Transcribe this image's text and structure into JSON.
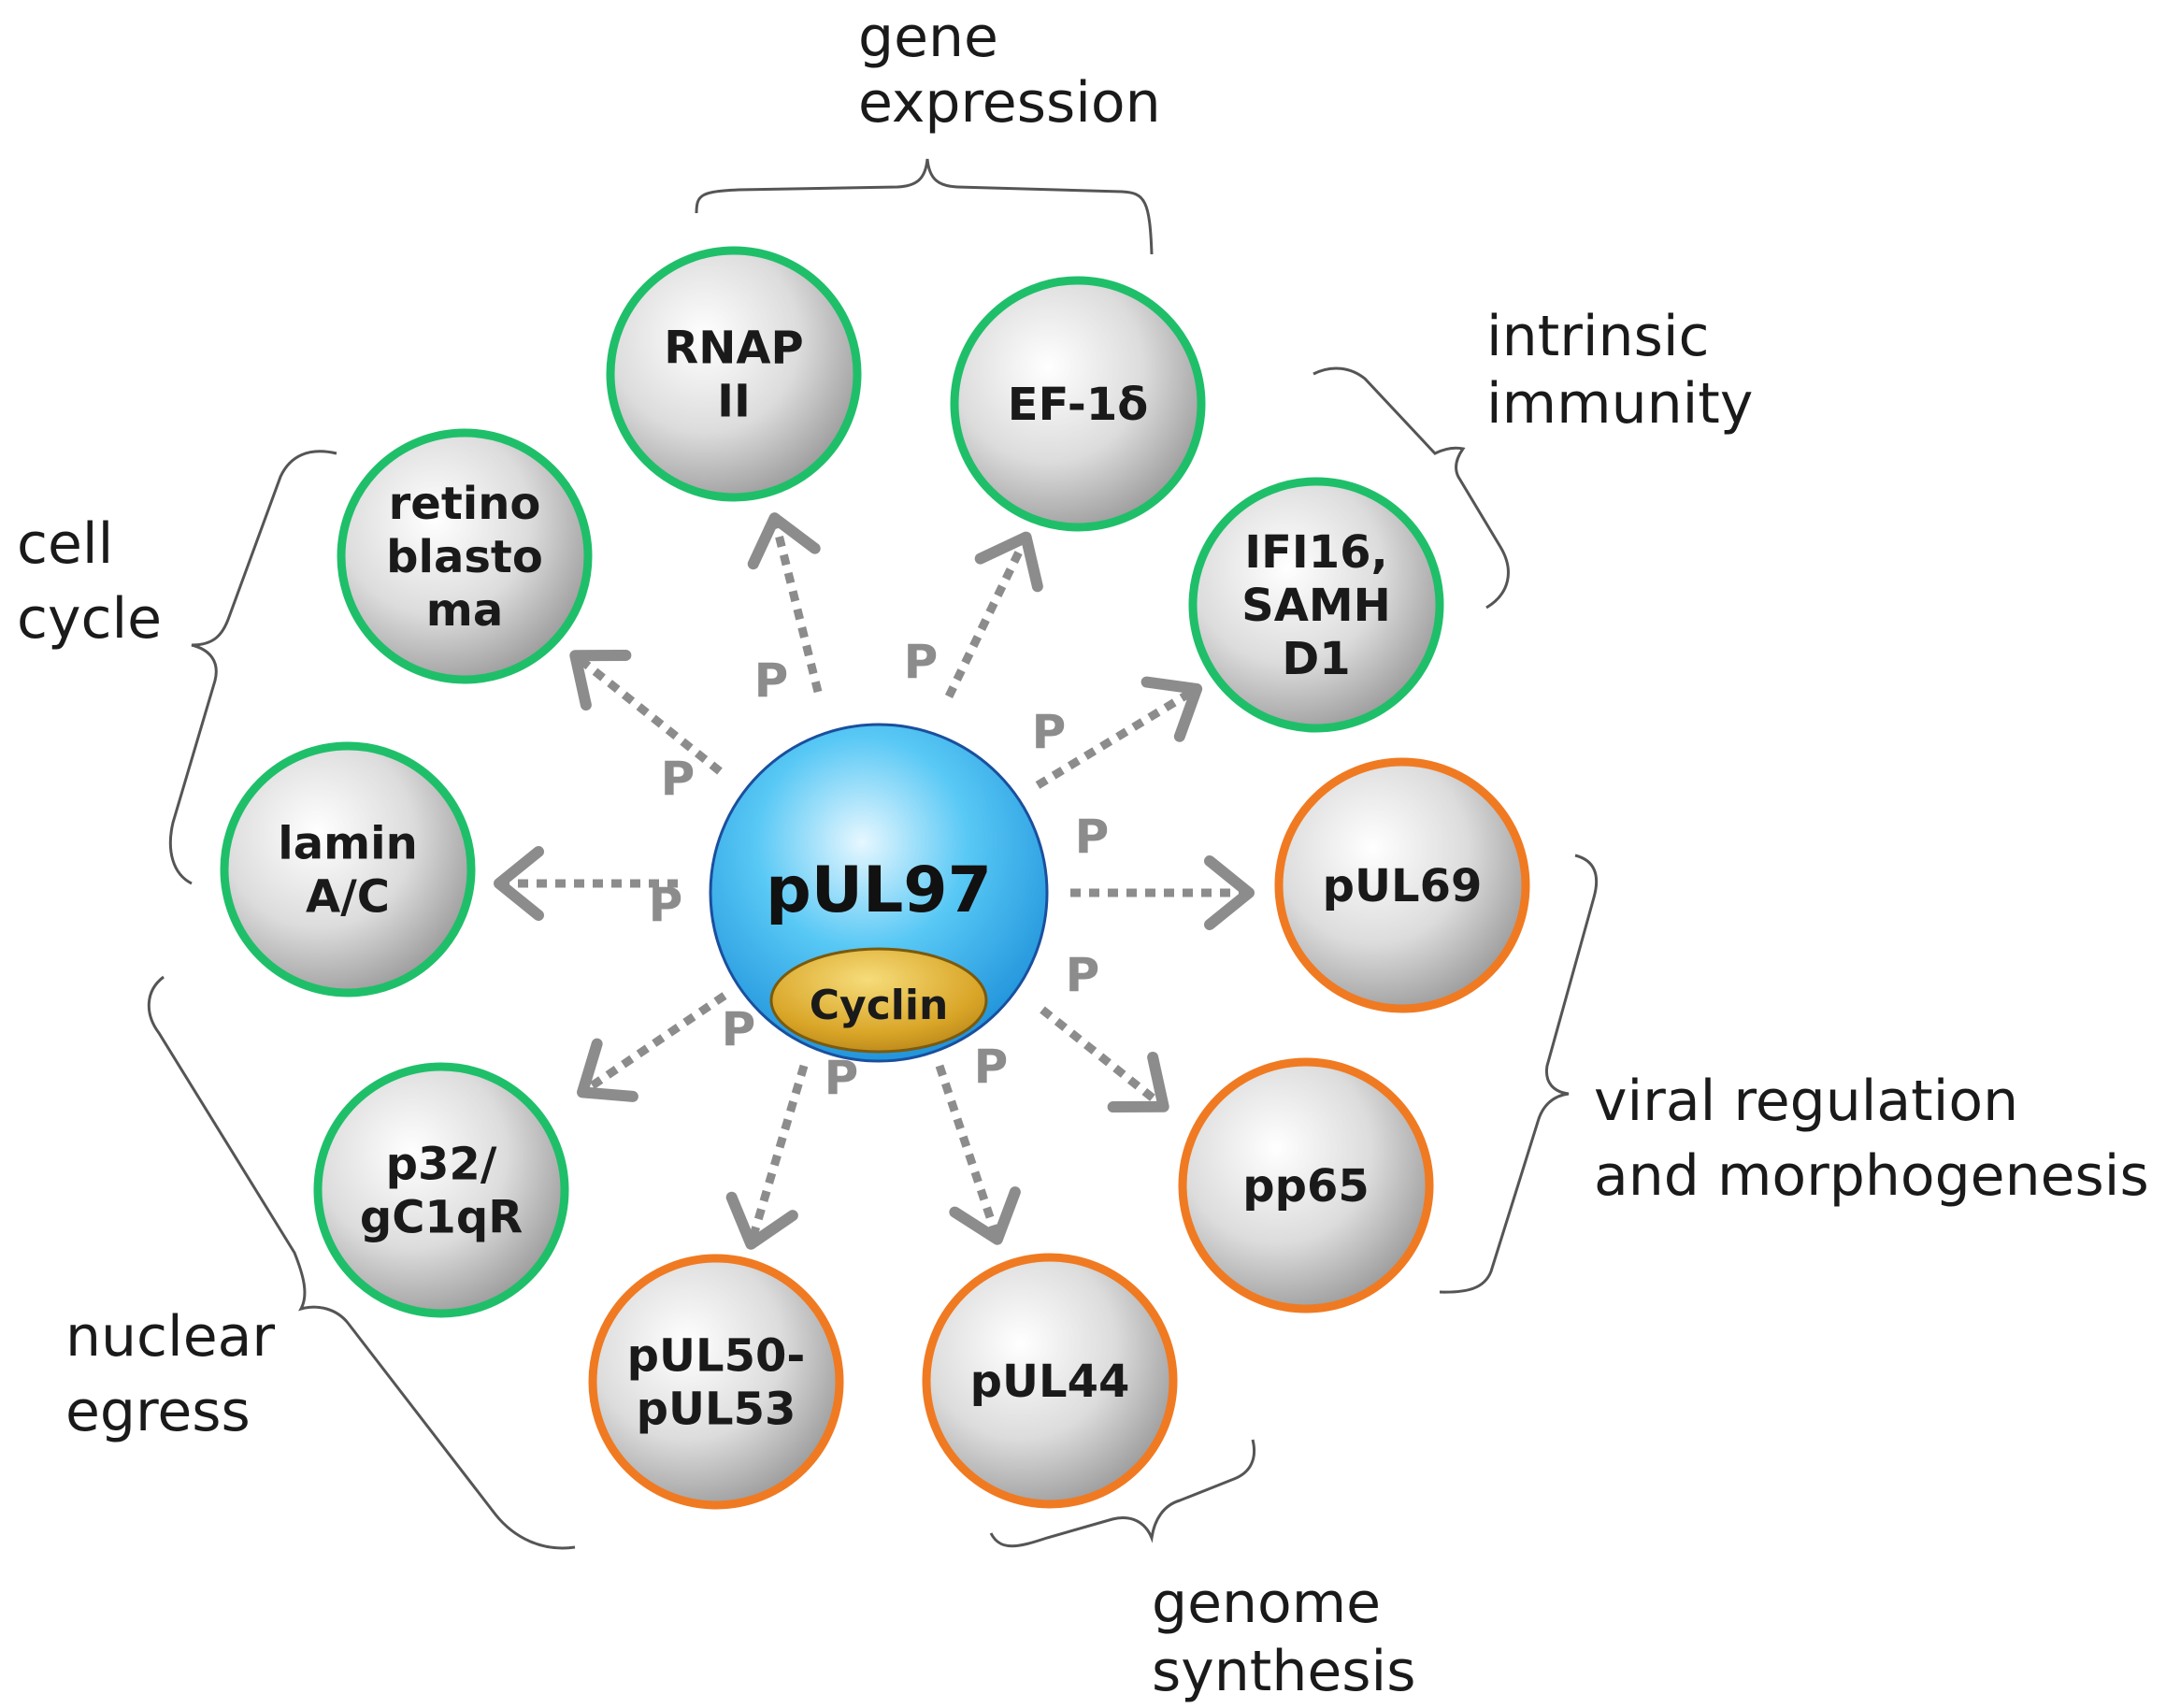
{
  "center": {
    "label": "pUL97",
    "sublabel": "Cyclin"
  },
  "phospho_label": "P",
  "colors": {
    "cellular_border": "#1fbf6a",
    "viral_border": "#f07a22",
    "center_fill": "#4fc3f7",
    "cyclin_fill": "#d9a527",
    "arrow": "#8c8c8c"
  },
  "substrates": [
    {
      "lines": [
        "RNAP",
        "II"
      ],
      "type": "cellular"
    },
    {
      "lines": [
        "EF-1δ"
      ],
      "type": "cellular"
    },
    {
      "lines": [
        "IFI16,",
        "SAMH",
        "D1"
      ],
      "type": "cellular"
    },
    {
      "lines": [
        "pUL69"
      ],
      "type": "viral"
    },
    {
      "lines": [
        "pp65"
      ],
      "type": "viral"
    },
    {
      "lines": [
        "pUL44"
      ],
      "type": "viral"
    },
    {
      "lines": [
        "pUL50-",
        "pUL53"
      ],
      "type": "viral"
    },
    {
      "lines": [
        "p32/",
        "gC1qR"
      ],
      "type": "cellular"
    },
    {
      "lines": [
        "lamin",
        "A/C"
      ],
      "type": "cellular"
    },
    {
      "lines": [
        "retino",
        "blasto",
        "ma"
      ],
      "type": "cellular"
    }
  ],
  "groups": [
    {
      "lines": [
        "gene",
        "expression"
      ]
    },
    {
      "lines": [
        "intrinsic",
        "immunity"
      ]
    },
    {
      "lines": [
        "viral regulation",
        "and morphogenesis"
      ]
    },
    {
      "lines": [
        "genome",
        "synthesis"
      ]
    },
    {
      "lines": [
        "nuclear",
        "egress"
      ]
    },
    {
      "lines": [
        "cell",
        "cycle"
      ]
    }
  ]
}
